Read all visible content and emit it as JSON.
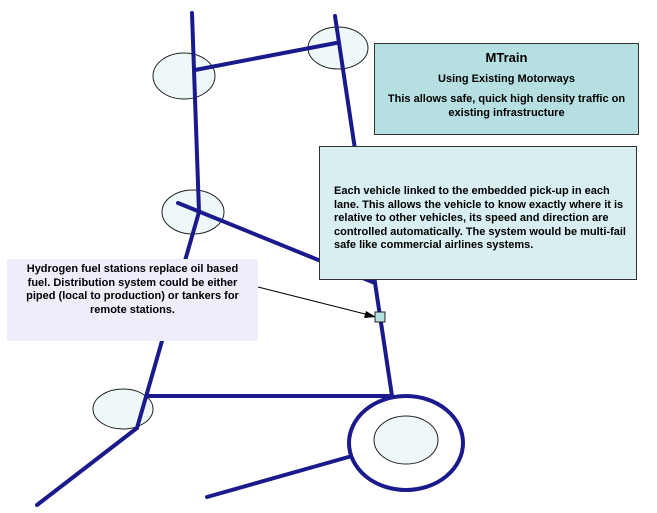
{
  "mtrain_box": {
    "title": "MTrain",
    "subtitle": "Using Existing Motorways",
    "description": "This allows safe, quick high density traffic on existing infrastructure"
  },
  "vehicle_box": {
    "text": "Each vehicle linked to the embedded pick-up in each lane.  This allows the vehicle to know exactly where it is relative to other vehicles, its speed and direction are controlled automatically.  The system would be multi-fail safe like commercial airlines systems."
  },
  "hydrogen_box": {
    "text": "Hydrogen fuel stations replace oil based fuel.  Distribution system could be either piped (local to production) or tankers for remote stations."
  },
  "colors": {
    "road": "#1a1a8c",
    "node_fill": "#eef8f8",
    "title_box_fill": "#b5dfe1",
    "vehicle_box_fill": "#d8eef0",
    "hydrogen_box_fill": "#eeeefb"
  }
}
